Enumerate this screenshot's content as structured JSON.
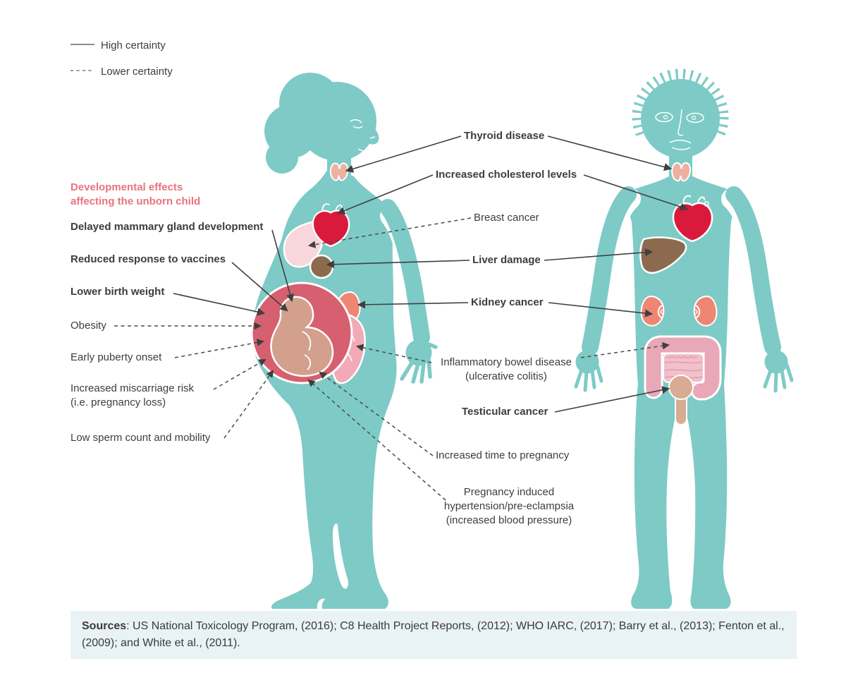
{
  "legend": {
    "high": "High certainty",
    "lower": "Lower certainty"
  },
  "heading": {
    "text": "Developmental effects\naffecting the unborn child"
  },
  "labels": {
    "delayed_mammary": "Delayed mammary gland development",
    "reduced_vaccines": "Reduced response to vaccines",
    "lower_birth_weight": "Lower birth weight",
    "obesity": "Obesity",
    "early_puberty": "Early puberty onset",
    "miscarriage": "Increased miscarriage risk\n(i.e. pregnancy loss)",
    "low_sperm": "Low sperm count and mobility",
    "thyroid": "Thyroid disease",
    "cholesterol": "Increased cholesterol levels",
    "breast_cancer": "Breast cancer",
    "liver_damage": "Liver damage",
    "kidney_cancer": "Kidney cancer",
    "bowel_disease": "Inflammatory bowel disease\n(ulcerative colitis)",
    "testicular_cancer": "Testicular cancer",
    "time_to_pregnancy": "Increased time to pregnancy",
    "hypertension": "Pregnancy induced\nhypertension/pre-eclampsia\n(increased blood pressure)"
  },
  "sources": {
    "label": "Sources",
    "text": ": US National Toxicology Program, (2016); C8 Health Project Reports, (2012); WHO IARC, (2017); Barry et al., (2013); Fenton et al., (2009); and White et al., (2011)."
  },
  "colors": {
    "body_teal": "#7ECAC6",
    "heart_red": "#DA1A3C",
    "liver_brown": "#8B6A4E",
    "kidney_salmon": "#EF8673",
    "intestine_pink": "#F2A9B8",
    "colon_pink": "#E9A8B7",
    "small_intestine_pink": "#F2C0CA",
    "womb_rose": "#D66070",
    "fetus_tan": "#D3A08D",
    "breast_pink": "#F8D6DB",
    "thyroid_pink": "#EEB0A0",
    "genital_tan": "#D8AB92",
    "heading_pink": "#E8737F",
    "line_dark": "#3F3F3F",
    "legend_gray": "#8C8C8C",
    "sources_bg": "#E9F2F4",
    "text": "#3D3D3D"
  }
}
